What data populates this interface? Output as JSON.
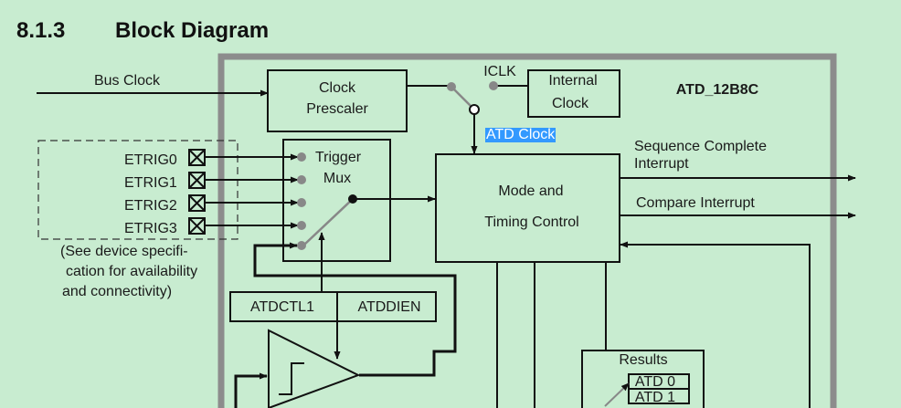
{
  "section": {
    "number": "8.1.3",
    "title": "Block Diagram"
  },
  "diagram": {
    "module_name": "ATD_12B8C",
    "bus_clock": "Bus Clock",
    "iclk": "ICLK",
    "clock_prescaler": [
      "Clock",
      "Prescaler"
    ],
    "internal_clock": [
      "Internal",
      "Clock"
    ],
    "atd_clock": "ATD Clock",
    "trigger_mux": [
      "Trigger",
      "Mux"
    ],
    "etrig": [
      "ETRIG0",
      "ETRIG1",
      "ETRIG2",
      "ETRIG3"
    ],
    "note": [
      "(See device specifi-",
      "cation for availability",
      "and connectivity)"
    ],
    "mode_timing": [
      "Mode and",
      "Timing Control"
    ],
    "sequence_complete": [
      "Sequence Complete",
      "Interrupt"
    ],
    "compare_interrupt": "Compare Interrupt",
    "atdctl1": "ATDCTL1",
    "atddien": "ATDDIEN",
    "results": "Results",
    "atd_registers": [
      "ATD 0",
      "ATD 1"
    ]
  },
  "colors": {
    "background": "#c8ecd0",
    "frame": "#8c8c8c",
    "line": "#111111",
    "highlight": "#3399ff",
    "switch_node": "#888888"
  }
}
